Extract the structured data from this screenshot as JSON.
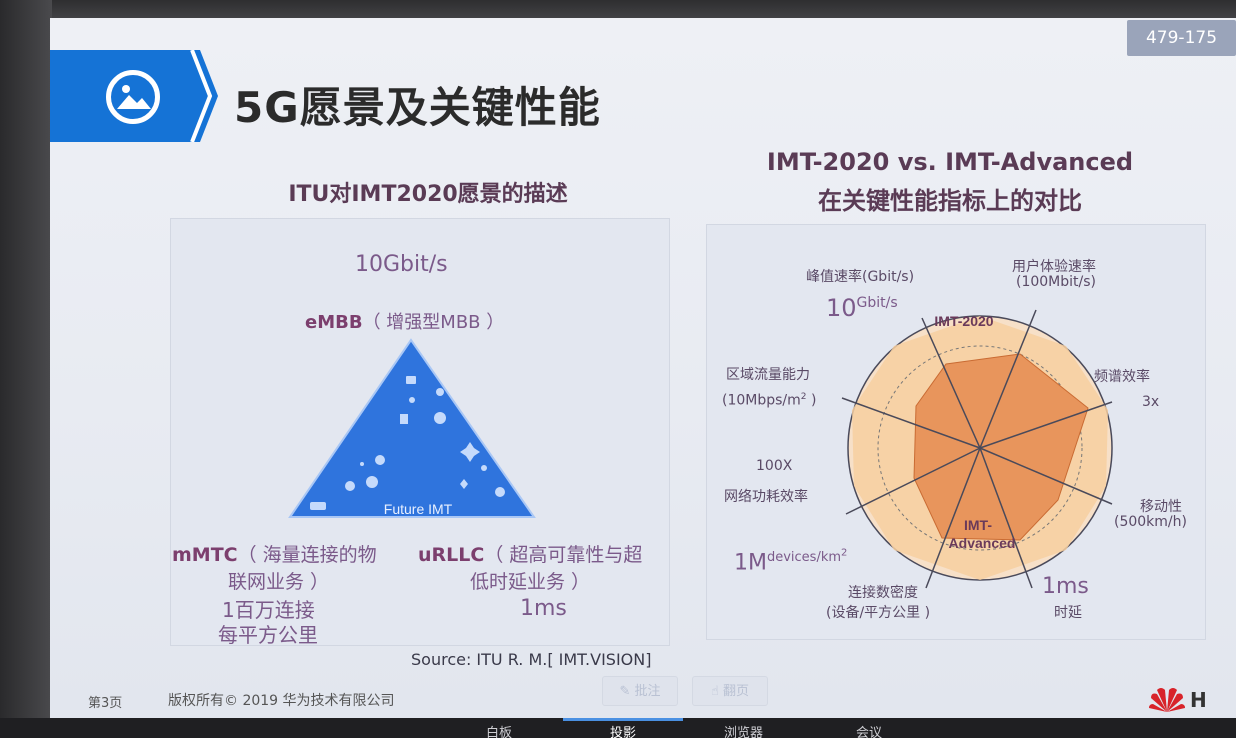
{
  "slide": {
    "page_badge": "479-175",
    "title": "5G愿景及关键性能",
    "left_subtitle": "ITU对IMT2020愿景的描述",
    "right_subtitle_line1": "IMT-2020 vs. IMT-Advanced",
    "right_subtitle_line2": "在关键性能指标上的对比",
    "source": "Source: ITU R. M.[ IMT.VISION]"
  },
  "triangle": {
    "top_value": "10Gbit/s",
    "embb_abbr": "eMBB",
    "embb_desc": "（ 增强型MBB ）",
    "center_label": "Future IMT",
    "mmtc_abbr": "mMTC",
    "mmtc_desc1": "（ 海量连接的物",
    "mmtc_desc2": "联网业务 ）",
    "mmtc_value1": "1百万连接",
    "mmtc_value2": "每平方公里",
    "urllc_abbr": "uRLLC",
    "urllc_desc1": "（ 超高可靠性与超",
    "urllc_desc2": "低时延业务 ）",
    "urllc_value": "1ms",
    "color": "#2f74dd"
  },
  "radar": {
    "outer_label": "IMT-2020",
    "inner_label1": "IMT-",
    "inner_label2": "Advanced",
    "peak_label": "峰值速率(Gbit/s)",
    "peak_value": "10",
    "peak_unit": "Gbit/s",
    "user_rate_label1": "用户体验速率",
    "user_rate_label2": "(100Mbit/s)",
    "spectrum_label": "频谱效率",
    "spectrum_value": "3x",
    "mobility_label": "移动性",
    "mobility_value": "(500km/h)",
    "latency_value": "1ms",
    "latency_label": "时延",
    "density_label1": "连接数密度",
    "density_label2": "(设备/平方公里 )",
    "density_value": "1M",
    "density_unit": "devices/km",
    "density_exp": "2",
    "energy_value": "100X",
    "energy_label": "网络功耗效率",
    "area_label": "区域流量能力",
    "area_value": "(10Mbps/m",
    "area_exp": "2",
    "area_close": " )",
    "colors": {
      "outer_fill": "#f7cfa0",
      "inner_fill": "#e8955c",
      "axis": "#5a5a6a"
    }
  },
  "footer": {
    "page": "第3页",
    "copyright": "版权所有© 2019 华为技术有限公司",
    "btn_pen": "批注",
    "btn_hand": "翻页"
  },
  "taskbar": [
    "白板",
    "投影",
    "浏览器",
    "会议"
  ]
}
